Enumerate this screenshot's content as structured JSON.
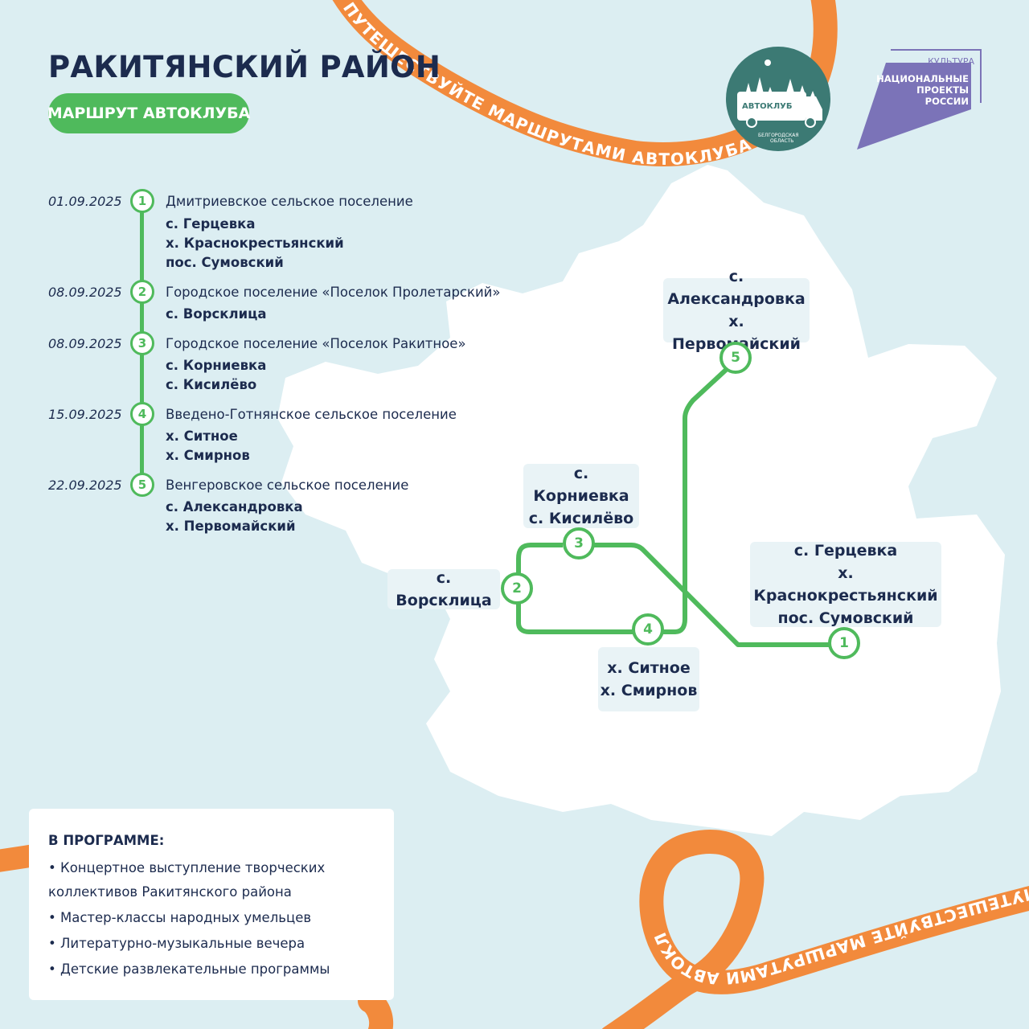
{
  "title": "РАКИТЯНСКИЙ РАЙОН",
  "subtitle": "МАРШРУТ АВТОКЛУБА",
  "logos": {
    "autoclub_name": "АВТОКЛУБ",
    "autoclub_region_line1": "БЕЛГОРОДСКАЯ",
    "autoclub_region_line2": "ОБЛАСТЬ",
    "culture_label": "КУЛЬТУРА",
    "np_line1": "НАЦИОНАЛЬНЫЕ",
    "np_line2": "ПРОЕКТЫ",
    "np_line3": "РОССИИ"
  },
  "ribbon_text": "ПУТЕШЕСТВУЙТЕ МАРШРУТАМИ АВТОКЛУБА",
  "schedule": [
    {
      "num": "1",
      "date": "01.09.2025",
      "settlement": "Дмитриевское сельское поселение",
      "villages": [
        "с. Герцевка",
        "х. Краснокрестьянский",
        "пос. Сумовский"
      ]
    },
    {
      "num": "2",
      "date": "08.09.2025",
      "settlement": "Городское поселение «Поселок Пролетарский»",
      "villages": [
        "с. Ворсклица"
      ]
    },
    {
      "num": "3",
      "date": "08.09.2025",
      "settlement": "Городское поселение «Поселок Ракитное»",
      "villages": [
        "с. Корниевка",
        "с. Кисилёво"
      ]
    },
    {
      "num": "4",
      "date": "15.09.2025",
      "settlement": "Введено-Готнянское сельское поселение",
      "villages": [
        "х. Ситное",
        "х. Смирнов"
      ]
    },
    {
      "num": "5",
      "date": "22.09.2025",
      "settlement": "Венгеровское сельское поселение",
      "villages": [
        "с. Александровка",
        "х. Первомайский"
      ]
    }
  ],
  "map_labels": {
    "n1": [
      "с. Герцевка",
      "х. Краснокрестьянский",
      "пос. Сумовский"
    ],
    "n2": [
      "с. Ворсклица"
    ],
    "n3": [
      "с. Корниевка",
      "с. Кисилёво"
    ],
    "n4": [
      "х. Ситное",
      "х. Смирнов"
    ],
    "n5": [
      "с. Александровка",
      "х. Первомайский"
    ]
  },
  "program": {
    "heading": "В ПРОГРАММЕ:",
    "item1_line1": "• Концертное выступление творческих",
    "item1_line2": "коллективов Ракитянского района",
    "item2": "• Мастер-классы народных умельцев",
    "item3": "• Литературно-музыкальные вечера",
    "item4": "• Детские развлекательные программы"
  },
  "colors": {
    "background": "#dceef2",
    "accent_green": "#4fba5c",
    "ribbon_orange": "#f28a3c",
    "navy": "#1c2b4e",
    "np_purple": "#7b73b8"
  }
}
